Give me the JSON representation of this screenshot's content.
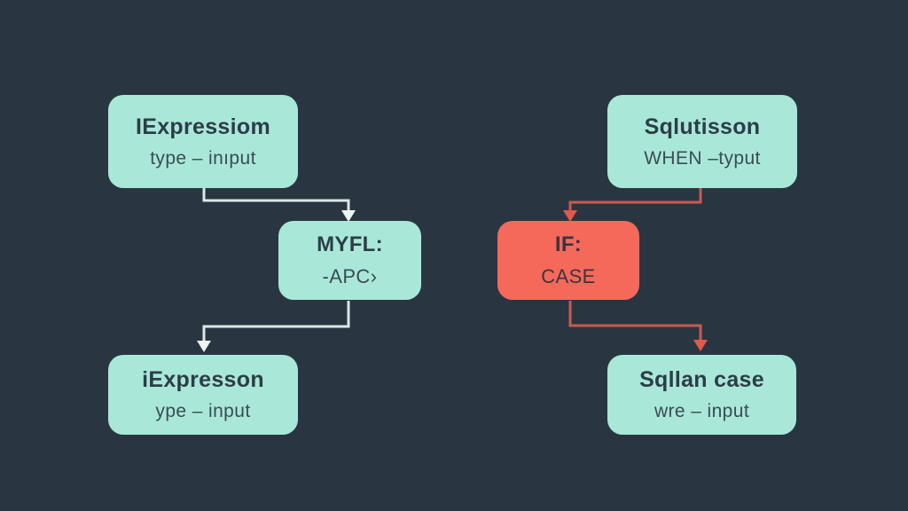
{
  "canvas": {
    "background": "#293641"
  },
  "colors": {
    "node_mint": "#a9e8d8",
    "node_coral": "#f5695a",
    "text_dark": "#2c3d48",
    "text_dark_coral": "#3b3440",
    "connector_left": "#dde6e8",
    "connector_left_arrow": "#eef3f4",
    "connector_right": "#c75b50",
    "connector_right_arrow": "#e2584a"
  },
  "nodes": [
    {
      "id": "left-top",
      "title": "IExpressiom",
      "subtitle": "type – inıput"
    },
    {
      "id": "left-middle",
      "title": "MYFL:",
      "subtitle": "-APC›"
    },
    {
      "id": "left-bottom",
      "title": "iExpresson",
      "subtitle": "ype – input"
    },
    {
      "id": "right-top",
      "title": "Sqlutisson",
      "subtitle": "WHEN –typut"
    },
    {
      "id": "right-middle",
      "title": "IF:",
      "subtitle": "CASE"
    },
    {
      "id": "right-bottom",
      "title": "Sqllan case",
      "subtitle": "wre – input"
    }
  ]
}
